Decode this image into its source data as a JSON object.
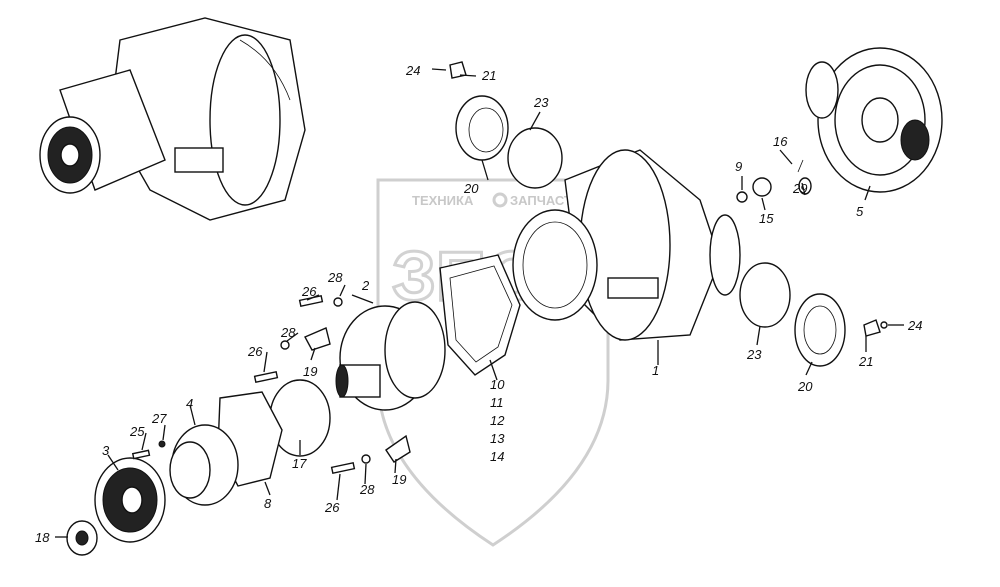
{
  "watermark": {
    "text_left": "ТЕХНИКА",
    "text_right": "ЗАПЧАСТИ",
    "big": "ЗПС"
  },
  "callouts": {
    "c1": "1",
    "c2": "2",
    "c3": "3",
    "c4": "4",
    "c5": "5",
    "c8": "8",
    "c9": "9",
    "c10": "10",
    "c11": "11",
    "c12": "12",
    "c13": "13",
    "c14": "14",
    "c15": "15",
    "c16": "16",
    "c17": "17",
    "c18": "18",
    "c19a": "19",
    "c19b": "19",
    "c20a": "20",
    "c20b": "20",
    "c21a": "21",
    "c21b": "21",
    "c23a": "23",
    "c23b": "23",
    "c24a": "24",
    "c24b": "24",
    "c25": "25",
    "c26a": "26",
    "c26b": "26",
    "c26c": "26",
    "c27": "27",
    "c28a": "28",
    "c28b": "28",
    "c28c": "28",
    "c29": "29"
  }
}
